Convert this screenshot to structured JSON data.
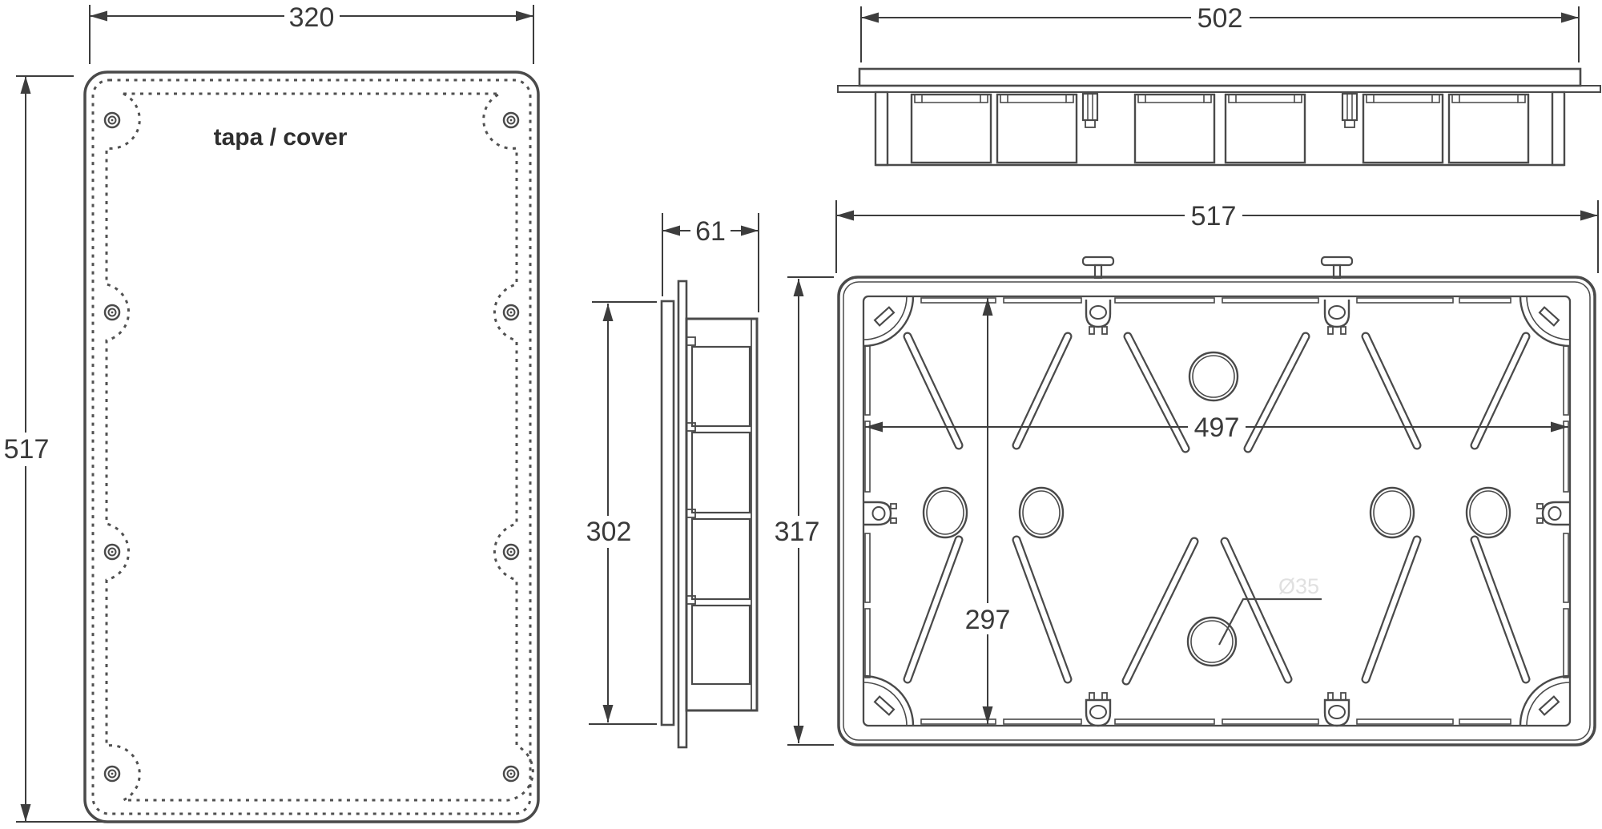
{
  "meta": {
    "background": "#ffffff",
    "line_color": "#4a4a4a",
    "dim_color": "#3d3d3d",
    "faint_color": "#e0e0e0",
    "drawing_type": "technical dimensional drawing"
  },
  "views": {
    "cover_front": {
      "title": "tapa / cover",
      "dim_width": "320",
      "dim_height": "517"
    },
    "side_profile": {
      "dim_depth": "61",
      "dim_height": "302"
    },
    "box_top": {
      "dim_width": "502"
    },
    "box_front": {
      "dim_outer_width": "517",
      "dim_outer_height": "317",
      "dim_inner_width": "497",
      "dim_inner_height": "297",
      "knockout_diameter": "Ø35"
    }
  }
}
